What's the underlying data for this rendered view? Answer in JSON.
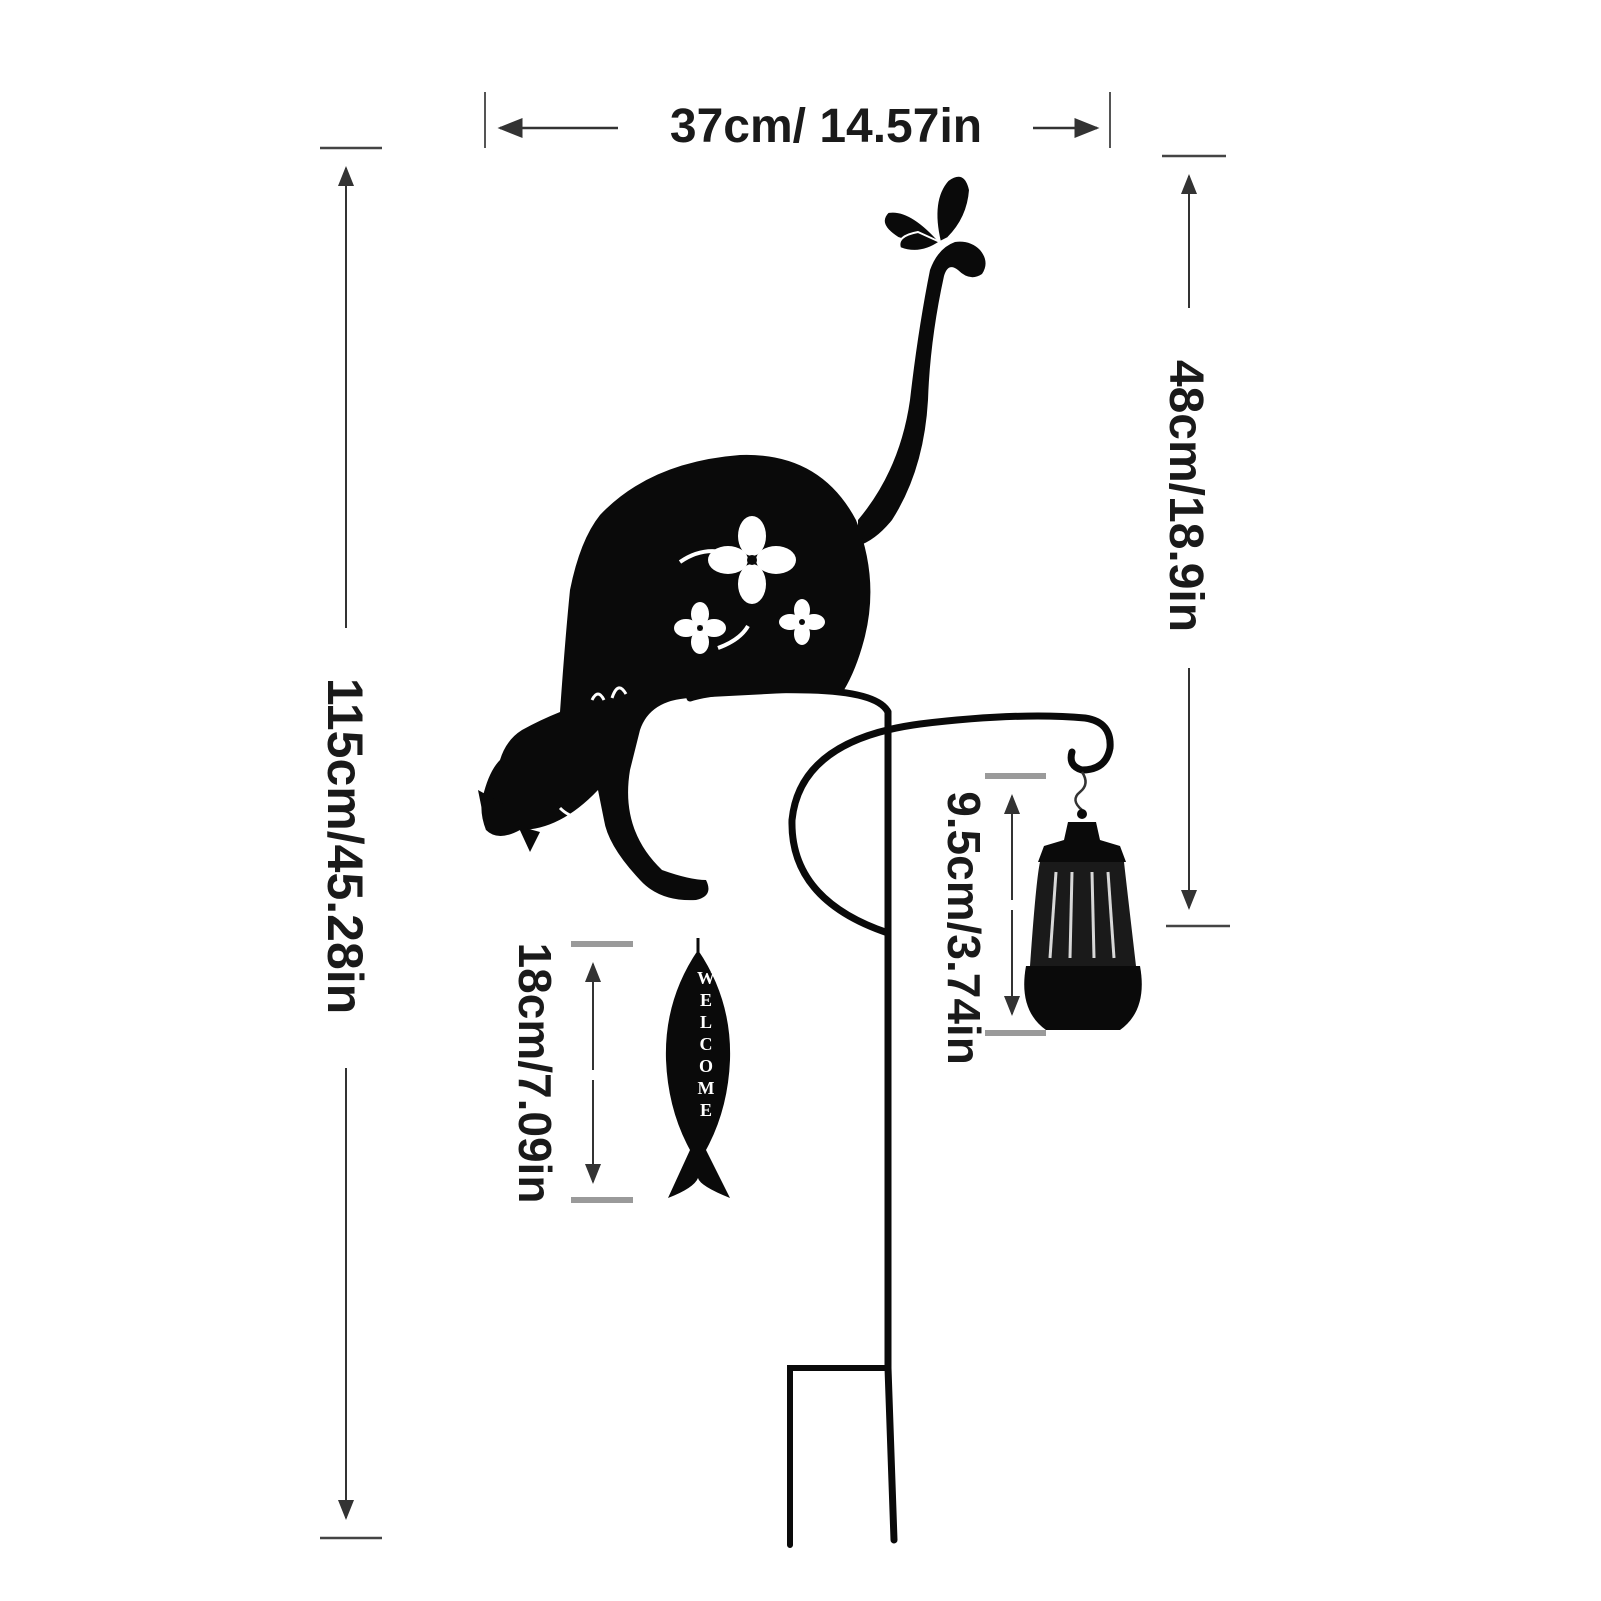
{
  "dimensions": {
    "width_label": "37cm/ 14.57in",
    "total_height_label": "115cm/45.28in",
    "hook_height_label": "48cm/18.9in",
    "lantern_height_label": "9.5cm/3.74in",
    "fish_height_label": "18cm/7.09in"
  },
  "sign": {
    "fish_text": "WELCOME",
    "fish_letters": [
      "W",
      "E",
      "L",
      "C",
      "O",
      "M",
      "E"
    ]
  },
  "colors": {
    "silhouette": "#0a0a0a",
    "dimension_text": "#1a1a1a",
    "dimension_line": "#333333",
    "end_marker": "#9a9a9a",
    "background": "#ffffff"
  }
}
